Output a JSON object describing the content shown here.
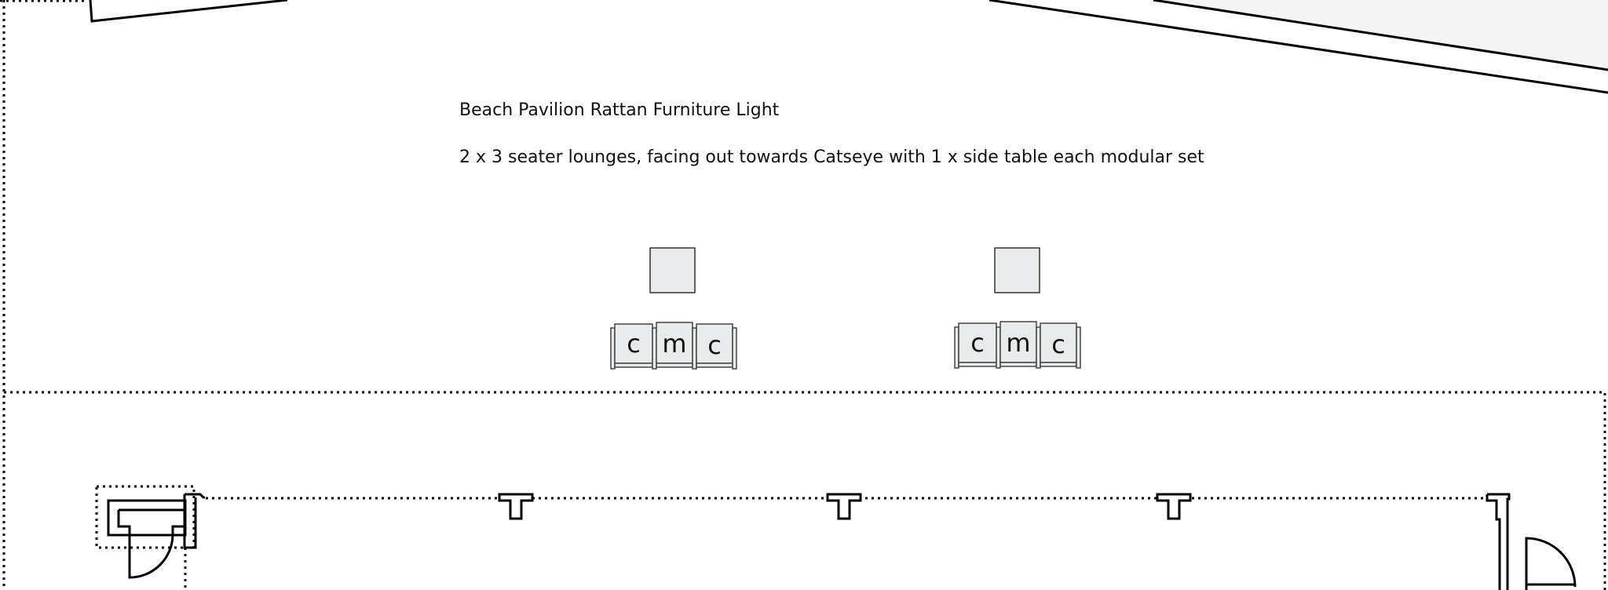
{
  "notes": {
    "title": "Beach Pavilion Rattan Furniture Light",
    "description": "2 x 3 seater lounges, facing out towards Catseye with 1 x side table each modular set"
  },
  "lounges": [
    {
      "seats": [
        "c",
        "m",
        "c"
      ]
    },
    {
      "seats": [
        "c",
        "m",
        "c"
      ]
    }
  ],
  "colors": {
    "furniture_fill": "#e8ebec",
    "line": "#000000",
    "roof_fill": "#f4f4f4"
  }
}
